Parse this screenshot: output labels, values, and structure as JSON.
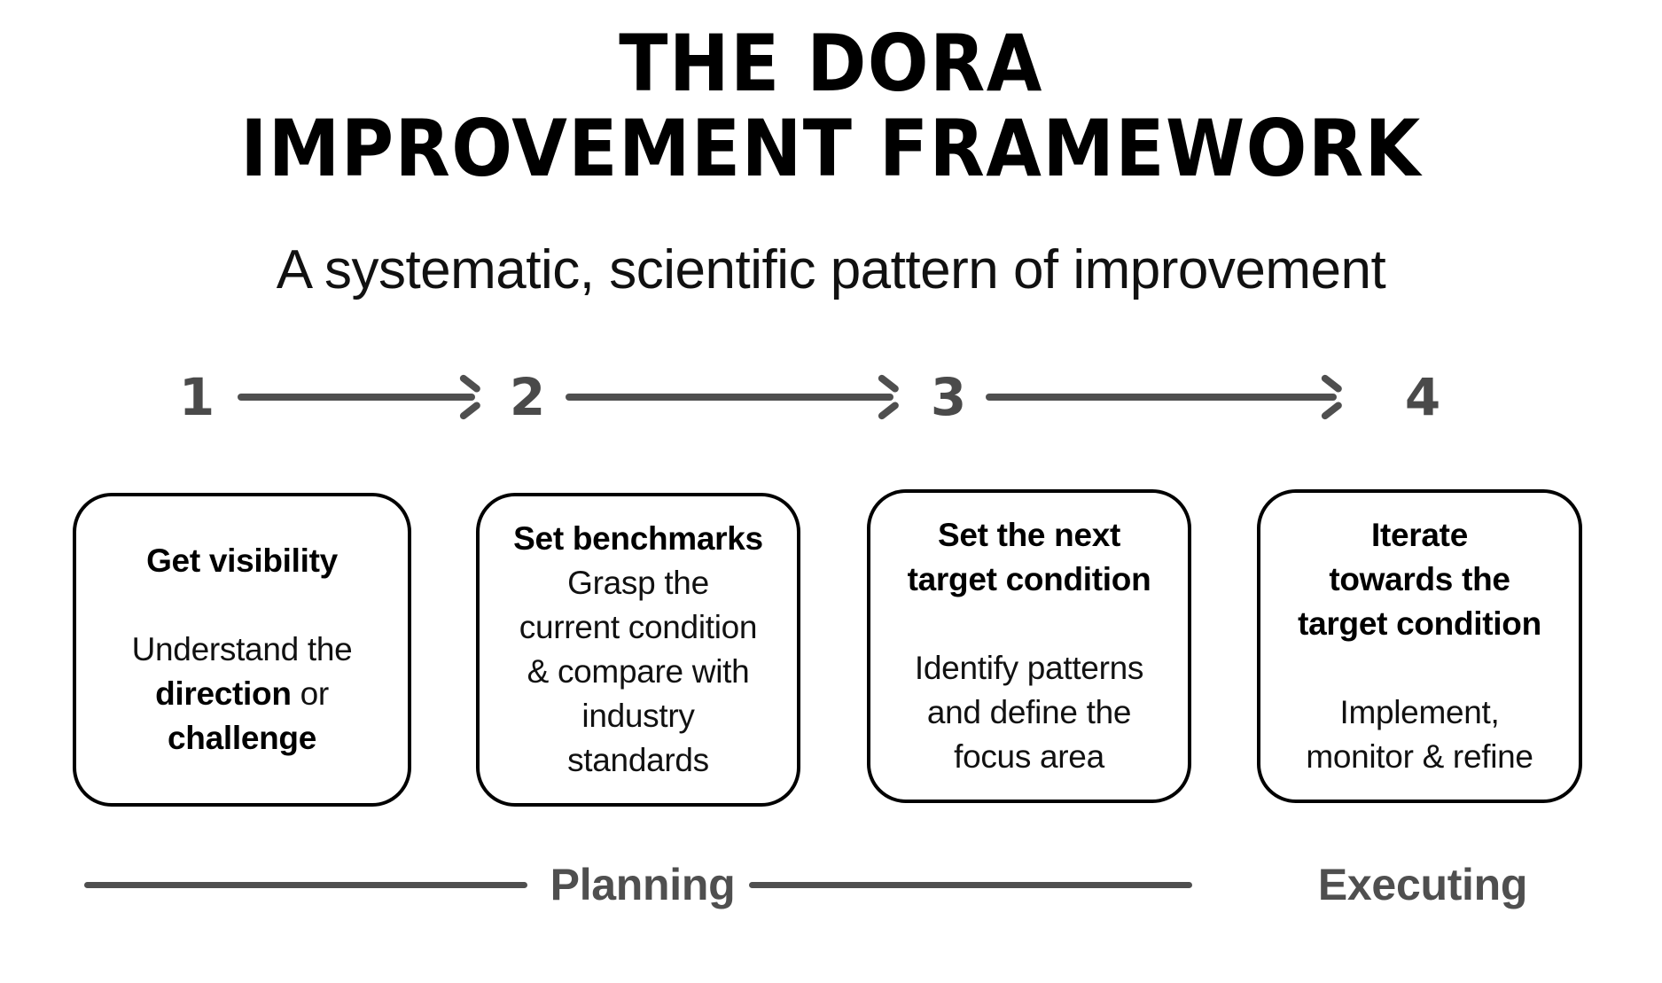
{
  "title": {
    "line1": "THE DORA",
    "line2": "IMPROVEMENT FRAMEWORK"
  },
  "subtitle": "A systematic, scientific pattern of improvement",
  "steps": [
    {
      "number": "1"
    },
    {
      "number": "2"
    },
    {
      "number": "3"
    },
    {
      "number": "4"
    }
  ],
  "cards": [
    {
      "heading": "Get visibility",
      "body_lines": [
        "Understand the",
        "direction or",
        "challenge"
      ],
      "body_plain": "Understand the direction or challenge",
      "bold_terms": [
        "direction",
        "challenge"
      ],
      "spacer": "large"
    },
    {
      "heading": "Set benchmarks",
      "body_lines": [
        "Grasp the",
        "current condition",
        "& compare with",
        "industry",
        "standards"
      ],
      "body_plain": "Grasp the current condition & compare with industry standards",
      "bold_terms": [],
      "spacer": "none"
    },
    {
      "heading": "Set the next target condition",
      "heading_lines": [
        "Set the next",
        "target condition"
      ],
      "body_lines": [
        "Identify patterns",
        "and define the",
        "focus area"
      ],
      "body_plain": "Identify patterns and define the focus area",
      "bold_terms": [],
      "spacer": "large"
    },
    {
      "heading": "Iterate towards the target condition",
      "heading_lines": [
        "Iterate",
        "towards the",
        "target condition"
      ],
      "body_lines": [
        "Implement,",
        "monitor & refine"
      ],
      "body_plain": "Implement, monitor & refine",
      "bold_terms": [],
      "spacer": "large"
    }
  ],
  "phases": [
    {
      "label": "Planning"
    },
    {
      "label": "Executing"
    }
  ],
  "colors": {
    "ink": "#000000",
    "muted": "#4f4f4f",
    "background": "#ffffff"
  }
}
